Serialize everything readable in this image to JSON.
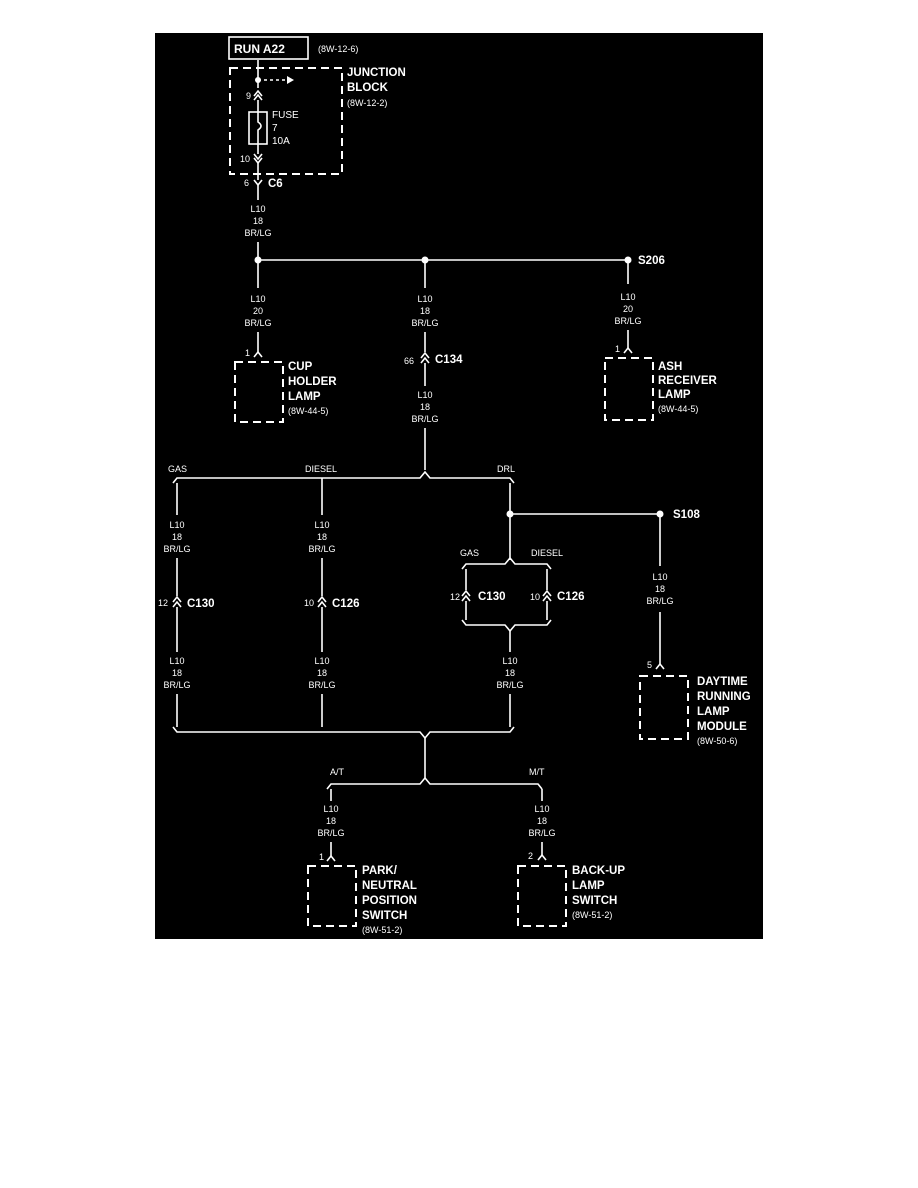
{
  "colors": {
    "background": "#000000",
    "ink": "#ffffff",
    "page": "#ffffff"
  },
  "source": {
    "title": "RUN A22",
    "ref": "(8W-12-6)"
  },
  "junction_block": {
    "name1": "JUNCTION",
    "name2": "BLOCK",
    "ref": "(8W-12-2)",
    "fuse_label": "FUSE",
    "fuse_number": "7",
    "fuse_rating": "10A",
    "pin_in": "9",
    "pin_out": "10"
  },
  "connector_c6": {
    "name": "C6",
    "pin": "6"
  },
  "wire_l10_18": {
    "circuit": "L10",
    "gauge": "18",
    "color": "BR/LG"
  },
  "wire_l10_20": {
    "circuit": "L10",
    "gauge": "20",
    "color": "BR/LG"
  },
  "splice_s206": "S206",
  "splice_s108": "S108",
  "cup_holder_lamp": {
    "line1": "CUP",
    "line2": "HOLDER",
    "line3": "LAMP",
    "ref": "(8W-44-5)",
    "pin": "1"
  },
  "ash_receiver_lamp": {
    "line1": "ASH",
    "line2": "RECEIVER",
    "line3": "LAMP",
    "ref": "(8W-44-5)",
    "pin": "1"
  },
  "connector_c134": {
    "name": "C134",
    "pin": "66"
  },
  "branches_main": {
    "gas": "GAS",
    "diesel": "DIESEL",
    "drl": "DRL"
  },
  "connector_c130": {
    "name": "C130",
    "pin": "12"
  },
  "connector_c126": {
    "name": "C126",
    "pin": "10"
  },
  "branches_drl": {
    "gas": "GAS",
    "diesel": "DIESEL"
  },
  "drl_module": {
    "line1": "DAYTIME",
    "line2": "RUNNING",
    "line3": "LAMP",
    "line4": "MODULE",
    "ref": "(8W-50-6)",
    "pin": "5"
  },
  "branches_trans": {
    "at": "A/T",
    "mt": "M/T"
  },
  "pnp_switch": {
    "line1": "PARK/",
    "line2": "NEUTRAL",
    "line3": "POSITION",
    "line4": "SWITCH",
    "ref": "(8W-51-2)",
    "pin": "1"
  },
  "backup_switch": {
    "line1": "BACK-UP",
    "line2": "LAMP",
    "line3": "SWITCH",
    "ref": "(8W-51-2)",
    "pin": "2"
  }
}
